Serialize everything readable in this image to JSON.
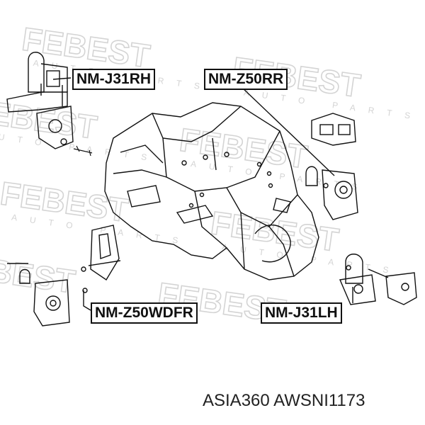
{
  "watermark": {
    "brand": "FEBEST",
    "tagline": "AUTO PARTS"
  },
  "labels": {
    "nm_j31rh": "NM-J31RH",
    "nm_z50rr": "NM-Z50RR",
    "nm_z50wdfr": "NM-Z50WDFR",
    "nm_j31lh": "NM-J31LH"
  },
  "footer": {
    "text": "ASIA360 AWSNI1173"
  },
  "colors": {
    "line": "#111111",
    "watermark": "#d6d6d6"
  }
}
